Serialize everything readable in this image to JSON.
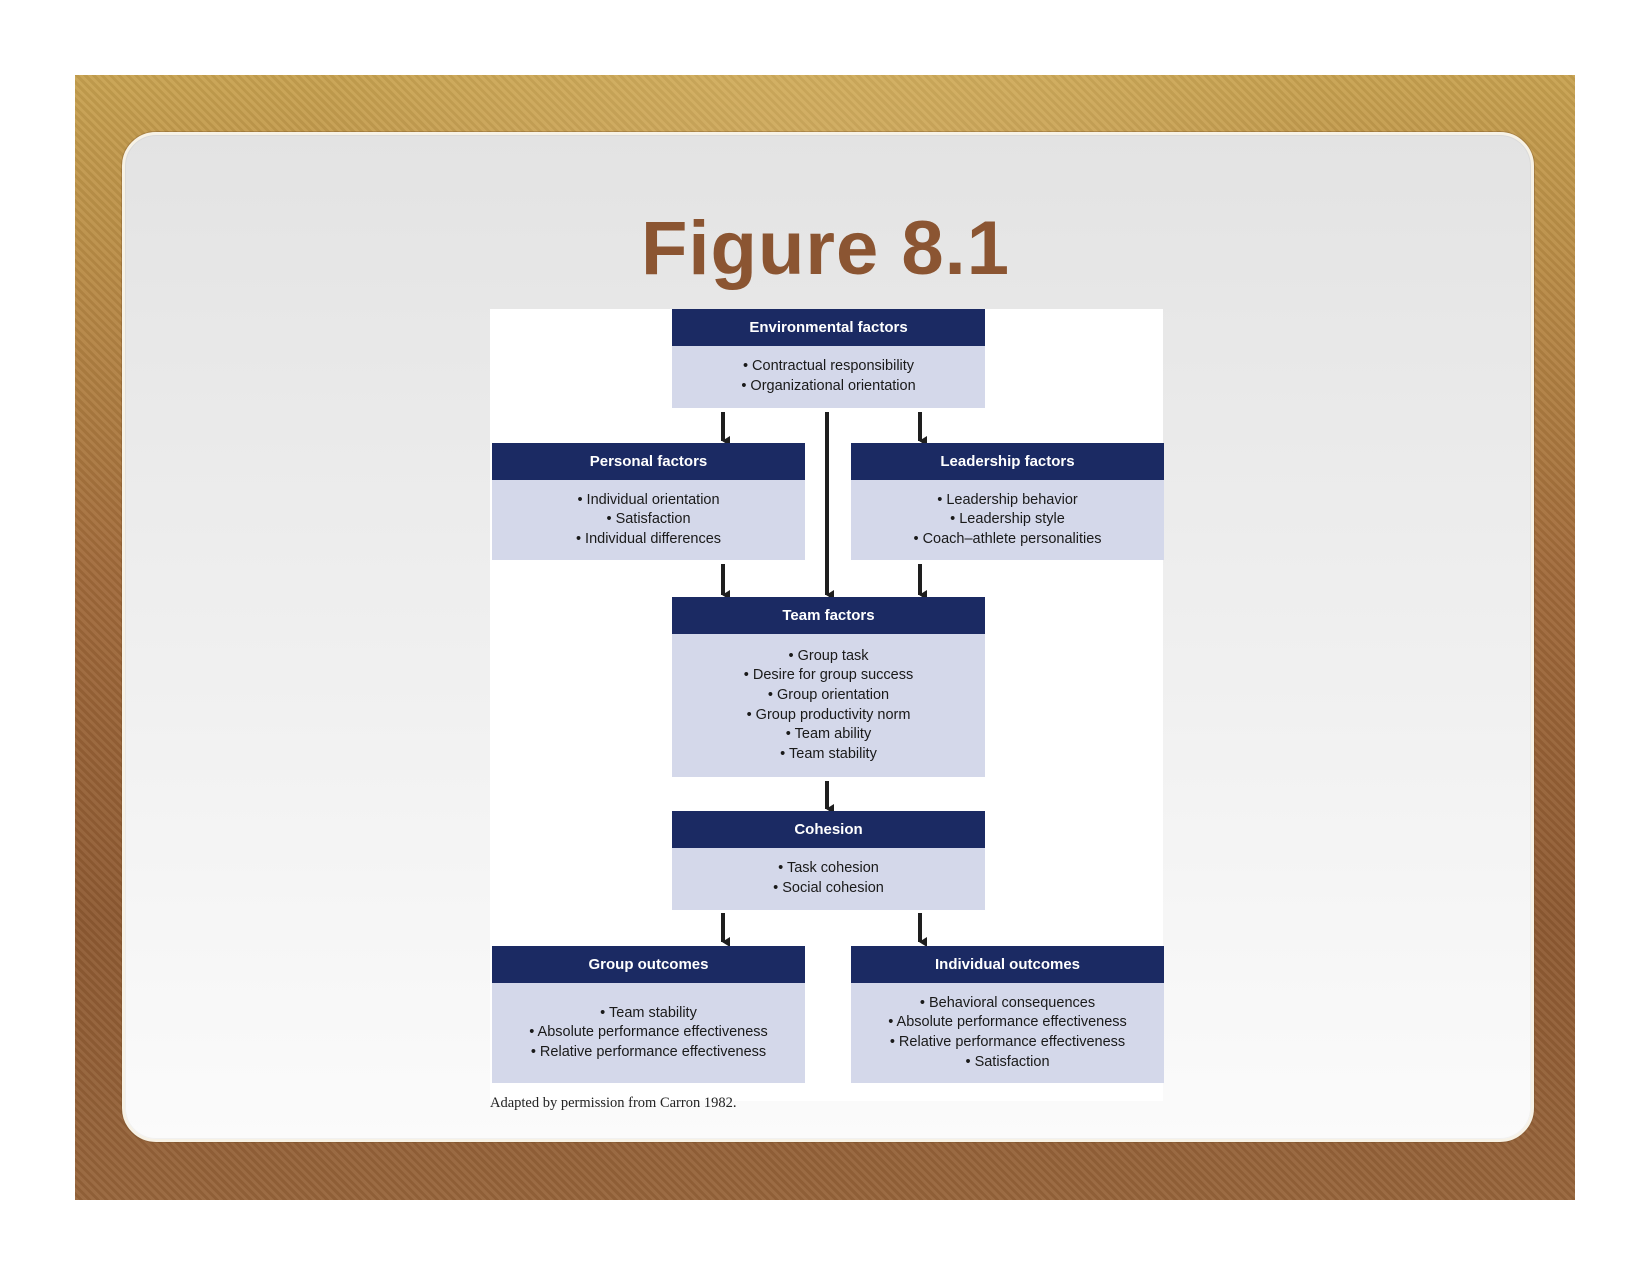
{
  "title": "Figure 8.1",
  "boxes": {
    "environmental": {
      "heading": "Environmental factors",
      "items": [
        "• Contractual responsibility",
        "• Organizational orientation"
      ]
    },
    "personal": {
      "heading": "Personal factors",
      "items": [
        "• Individual orientation",
        "• Satisfaction",
        "• Individual differences"
      ]
    },
    "leadership": {
      "heading": "Leadership factors",
      "items": [
        "• Leadership behavior",
        "• Leadership style",
        "• Coach–athlete personalities"
      ]
    },
    "team": {
      "heading": "Team factors",
      "items": [
        "• Group task",
        "• Desire for group success",
        "• Group orientation",
        "• Group productivity norm",
        "• Team ability",
        "• Team stability"
      ]
    },
    "cohesion": {
      "heading": "Cohesion",
      "items": [
        "• Task cohesion",
        "• Social cohesion"
      ]
    },
    "group_outcomes": {
      "heading": "Group outcomes",
      "items": [
        "• Team stability",
        "• Absolute performance effectiveness",
        "• Relative performance effectiveness"
      ]
    },
    "individual_outcomes": {
      "heading": "Individual outcomes",
      "items": [
        "• Behavioral consequences",
        "• Absolute performance effectiveness",
        "• Relative performance effectiveness",
        "• Satisfaction"
      ]
    }
  },
  "caption": "Adapted by permission from Carron 1982.",
  "colors": {
    "header_fill": "#1b2a63",
    "body_fill": "#d4d8ea",
    "title_color": "#8b5532",
    "arrow_color": "#1e1e1e"
  }
}
